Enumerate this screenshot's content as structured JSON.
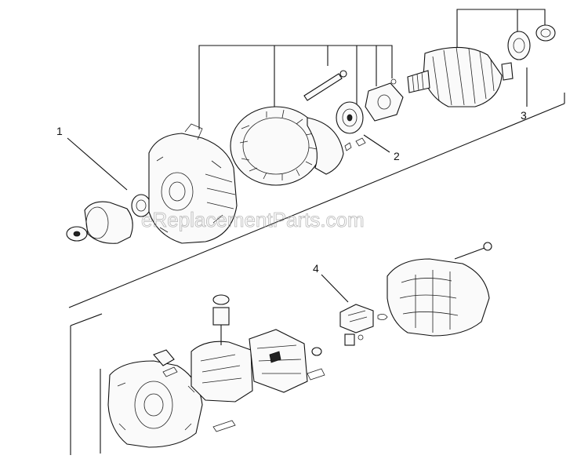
{
  "watermark": "eReplacementParts.com",
  "callouts": [
    {
      "id": "1",
      "label": "1"
    },
    {
      "id": "2",
      "label": "2"
    },
    {
      "id": "3",
      "label": "3"
    },
    {
      "id": "4",
      "label": "4"
    }
  ]
}
